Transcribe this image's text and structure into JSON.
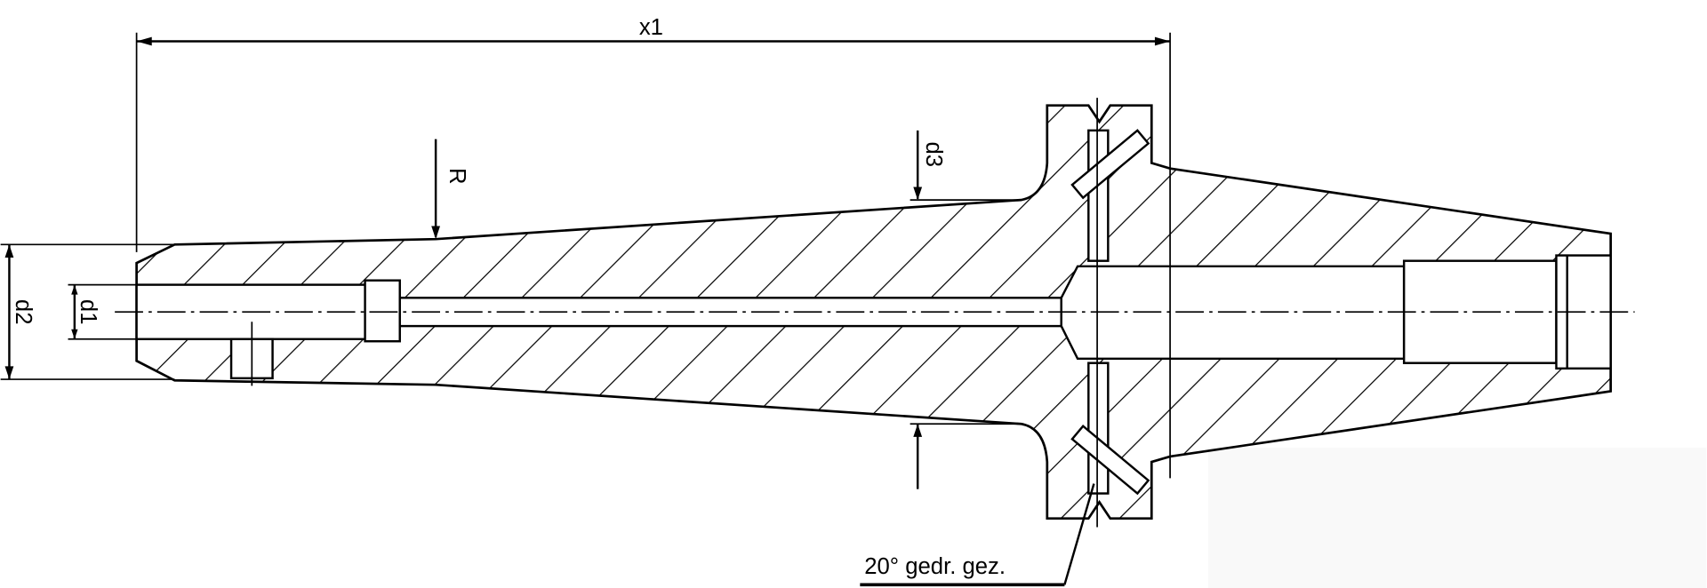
{
  "drawing": {
    "labels": {
      "overall_length": "x1",
      "radius": "R",
      "bore_diameter": "d1",
      "shank_diameter": "d2",
      "collar_diameter": "d3",
      "thread_note": "20° gedr. gez."
    }
  }
}
